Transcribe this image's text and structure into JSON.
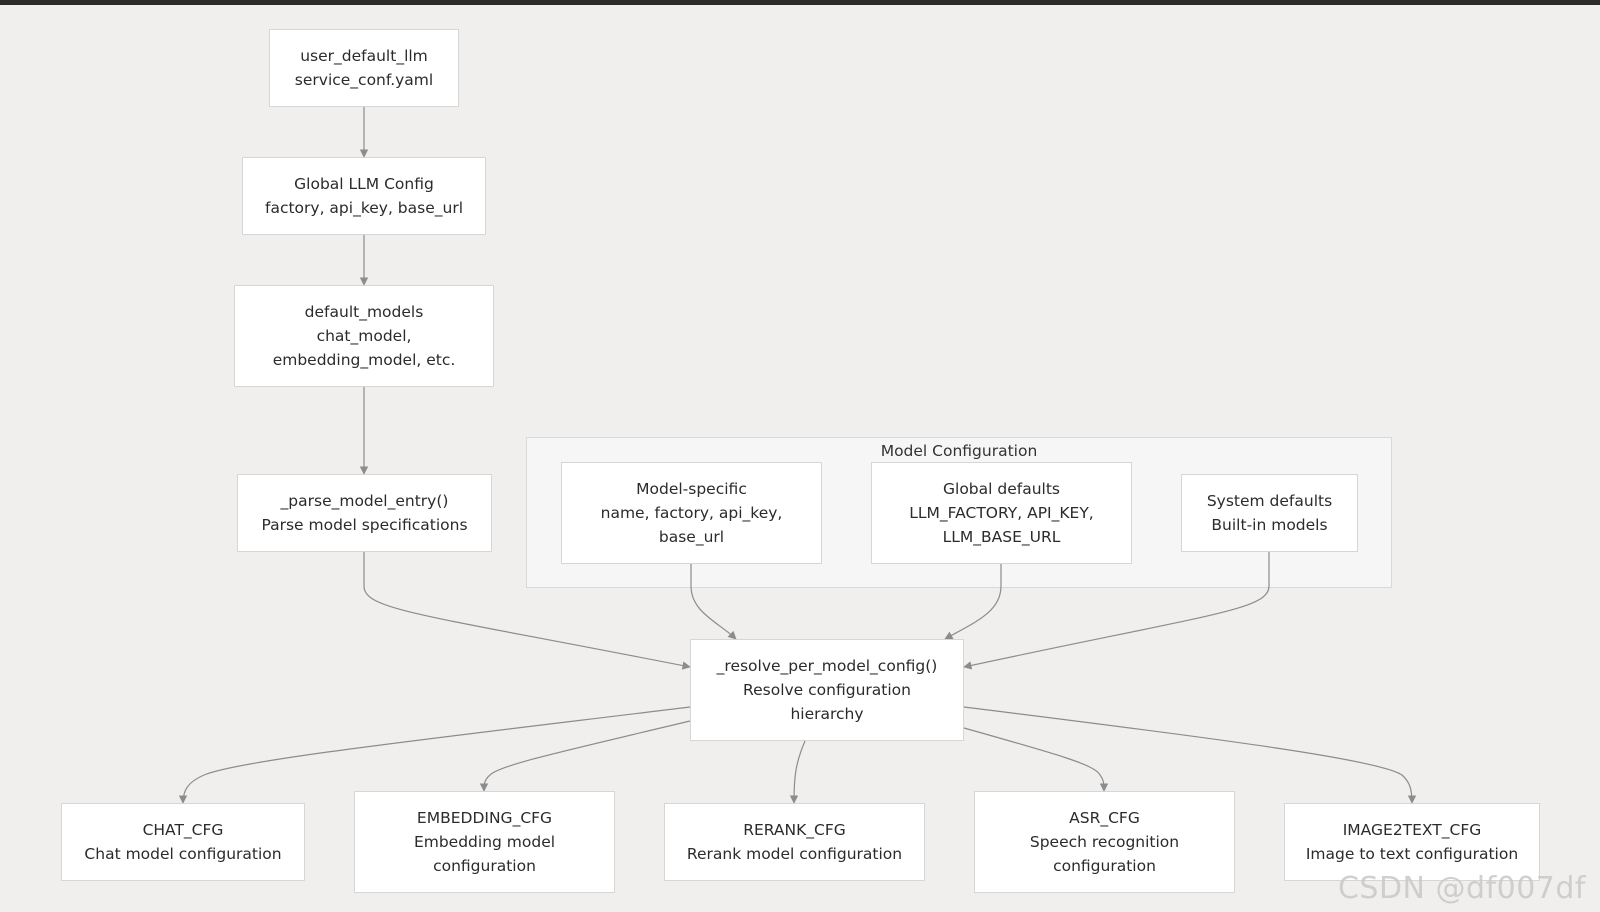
{
  "nodes": {
    "user_default": {
      "lines": [
        "user_default_llm",
        "service_conf.yaml"
      ]
    },
    "global_llm": {
      "lines": [
        "Global LLM Config",
        "factory, api_key, base_url"
      ]
    },
    "default_models": {
      "lines": [
        "default_models",
        "chat_model,",
        "embedding_model, etc."
      ]
    },
    "parse_entry": {
      "lines": [
        "_parse_model_entry()",
        "Parse model specifications"
      ]
    },
    "model_specific": {
      "lines": [
        "Model-specific",
        "name, factory, api_key,",
        "base_url"
      ]
    },
    "global_defaults": {
      "lines": [
        "Global defaults",
        "LLM_FACTORY, API_KEY,",
        "LLM_BASE_URL"
      ]
    },
    "system_defaults": {
      "lines": [
        "System defaults",
        "Built-in models"
      ]
    },
    "resolve": {
      "lines": [
        "_resolve_per_model_config()",
        "Resolve configuration",
        "hierarchy"
      ]
    },
    "chat_cfg": {
      "lines": [
        "CHAT_CFG",
        "Chat model configuration"
      ]
    },
    "embedding_cfg": {
      "lines": [
        "EMBEDDING_CFG",
        "Embedding model",
        "configuration"
      ]
    },
    "rerank_cfg": {
      "lines": [
        "RERANK_CFG",
        "Rerank model configuration"
      ]
    },
    "asr_cfg": {
      "lines": [
        "ASR_CFG",
        "Speech recognition",
        "configuration"
      ]
    },
    "image2text_cfg": {
      "lines": [
        "IMAGE2TEXT_CFG",
        "Image to text configuration"
      ]
    }
  },
  "cluster": {
    "title": "Model Configuration"
  },
  "edges": [
    {
      "from": "user_default",
      "to": "global_llm"
    },
    {
      "from": "global_llm",
      "to": "default_models"
    },
    {
      "from": "default_models",
      "to": "parse_entry"
    },
    {
      "from": "parse_entry",
      "to": "resolve"
    },
    {
      "from": "model_specific",
      "to": "resolve"
    },
    {
      "from": "global_defaults",
      "to": "resolve"
    },
    {
      "from": "system_defaults",
      "to": "resolve"
    },
    {
      "from": "resolve",
      "to": "chat_cfg"
    },
    {
      "from": "resolve",
      "to": "embedding_cfg"
    },
    {
      "from": "resolve",
      "to": "rerank_cfg"
    },
    {
      "from": "resolve",
      "to": "asr_cfg"
    },
    {
      "from": "resolve",
      "to": "image2text_cfg"
    }
  ],
  "watermark": "CSDN @df007df",
  "colors": {
    "edge": "#8c8c8c",
    "node_fill": "#ffffff",
    "node_border": "#d6d6d6",
    "background": "#f0efed"
  }
}
